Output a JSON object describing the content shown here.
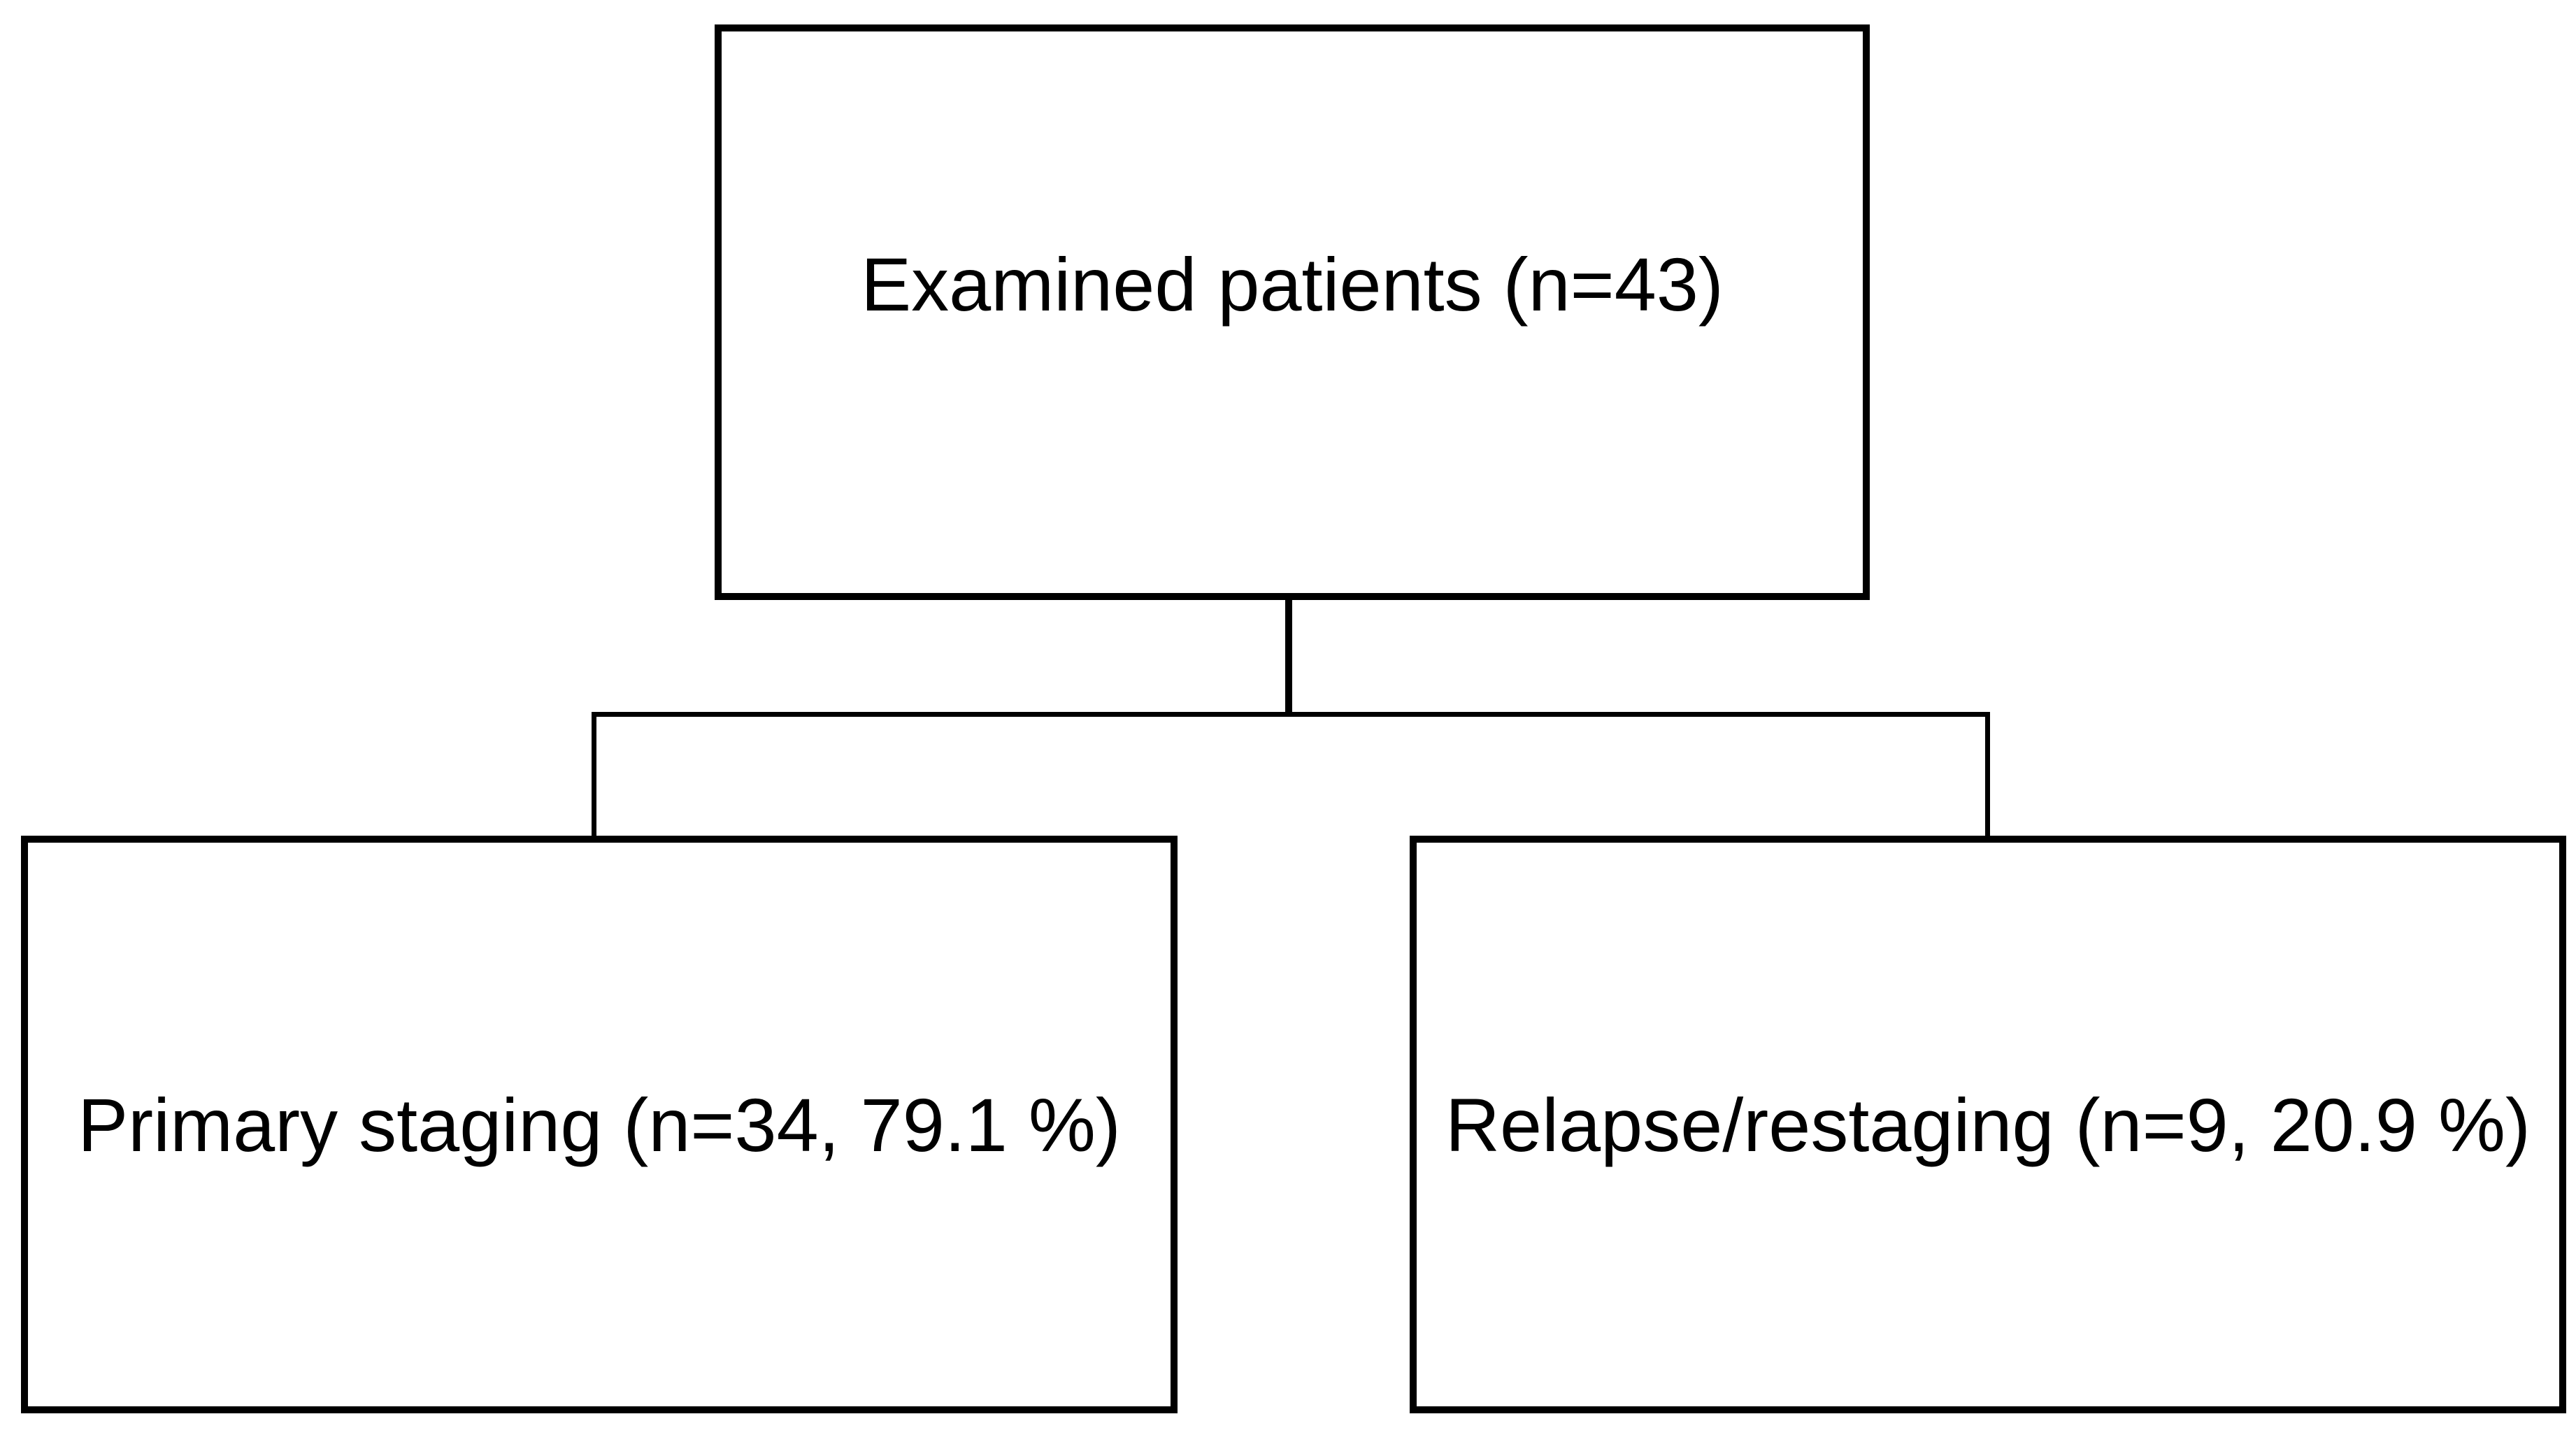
{
  "diagram": {
    "root": {
      "label": "Examined patients (n=43)"
    },
    "children": [
      {
        "label": "Primary staging (n=34, 79.1 %)"
      },
      {
        "label": "Relapse/restaging (n=9, 20.9 %)"
      }
    ]
  }
}
